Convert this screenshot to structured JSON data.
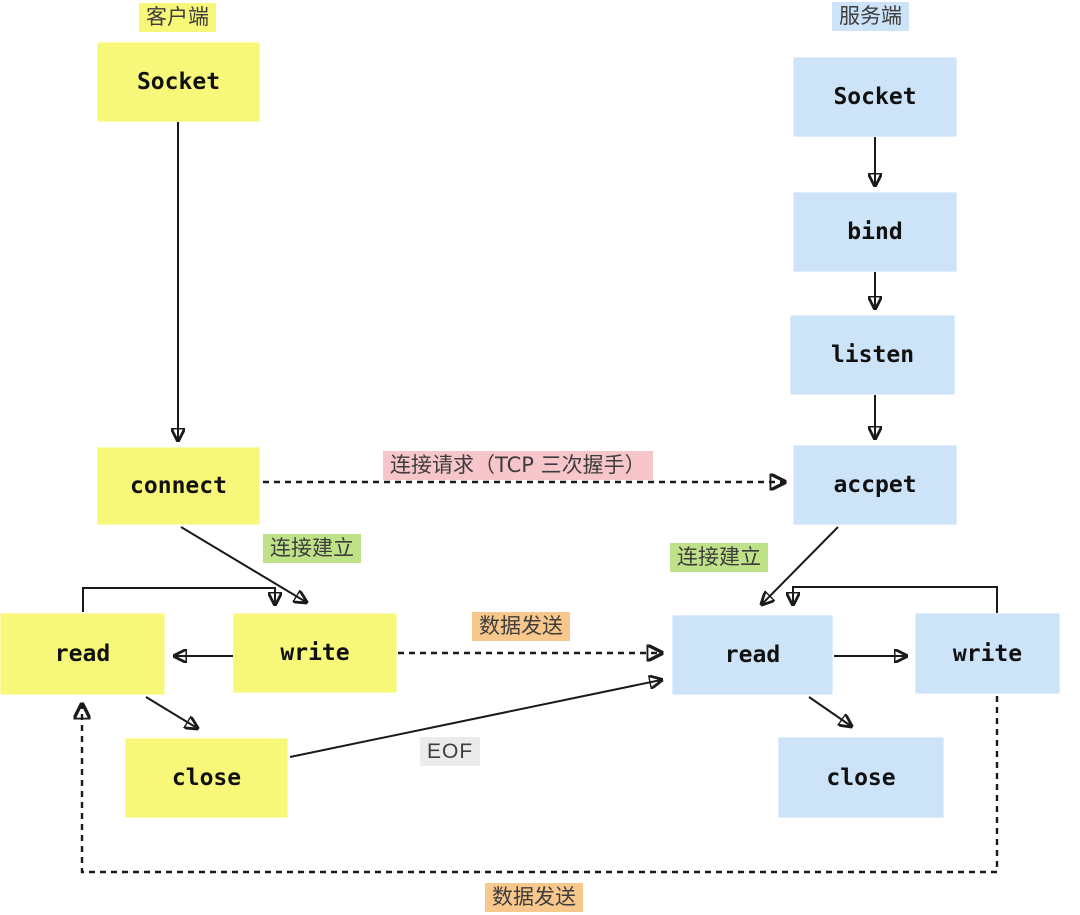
{
  "colors": {
    "client_node_bg": "#f7f87a",
    "server_node_bg": "#cce3f8",
    "label_pink_bg": "#f6c6cb",
    "label_green_bg": "#bfe289",
    "label_orange_bg": "#f8c78b",
    "label_gray_bg": "#ebebeb",
    "line_color": "#1a1a1a"
  },
  "diagram": {
    "client": {
      "title": "客户端",
      "socket": "Socket",
      "connect": "connect",
      "read": "read",
      "write": "write",
      "close": "close"
    },
    "server": {
      "title": "服务端",
      "socket": "Socket",
      "bind": "bind",
      "listen": "listen",
      "accpet": "accpet",
      "read": "read",
      "write": "write",
      "close": "close"
    },
    "labels": {
      "connect_request": "连接请求（TCP 三次握手）",
      "conn_established_client": "连接建立",
      "conn_established_server": "连接建立",
      "data_send_top": "数据发送",
      "eof": "EOF",
      "data_send_bottom": "数据发送"
    }
  }
}
